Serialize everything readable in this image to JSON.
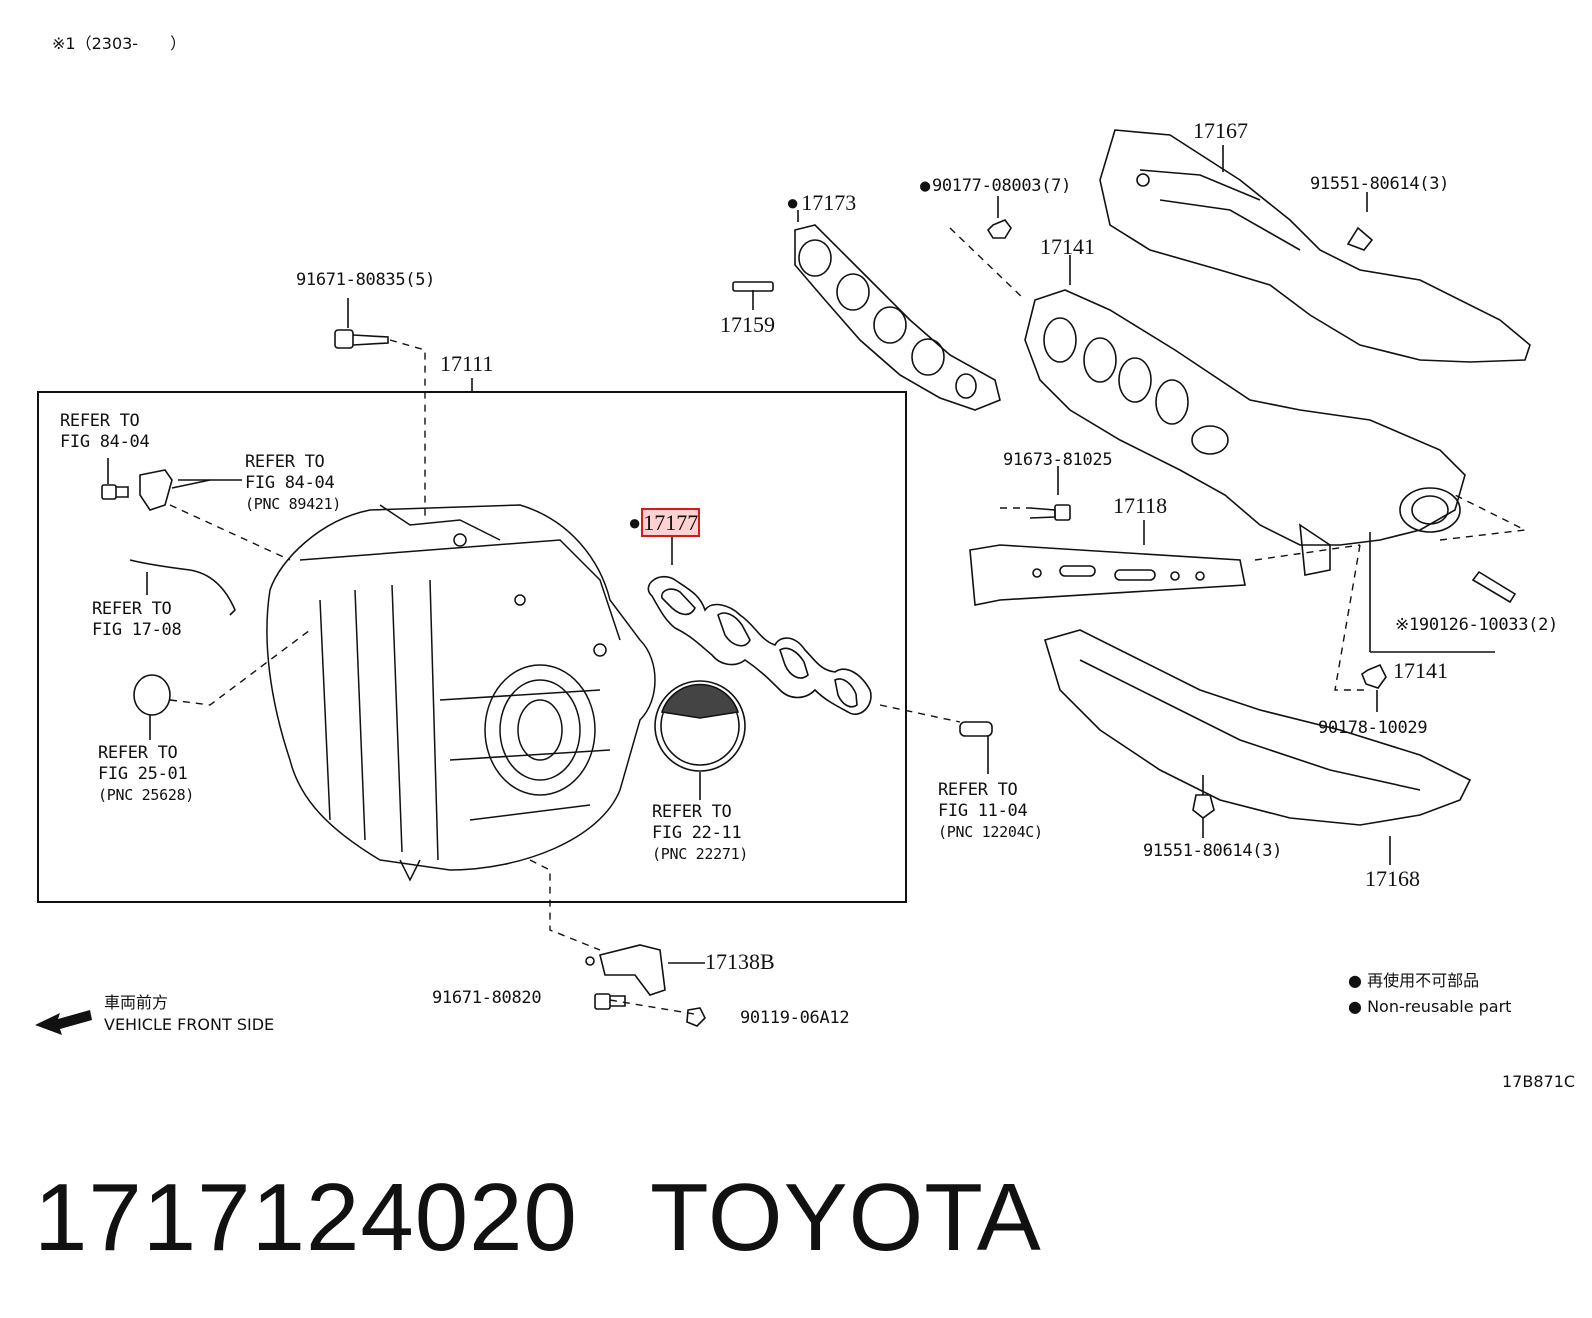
{
  "header_note": "※1（2303-　　）",
  "parts": {
    "p17111": "17111",
    "p17167": "17167",
    "p17173": "17173",
    "p90177": "90177-08003(7)",
    "p91551a": "91551-80614(3)",
    "p17141a": "17141",
    "p91671a": "91671-80835(5)",
    "p17159": "17159",
    "p91673": "91673-81025",
    "p17118": "17118",
    "p17177": "17177",
    "p90126": "※190126-10033(2)",
    "p17141b": "17141",
    "p90178": "90178-10029",
    "p91551b": "91551-80614(3)",
    "p17168": "17168",
    "p17138b": "17138B",
    "p91671b": "91671-80820",
    "p90119": "90119-06A12"
  },
  "refs": {
    "r1a": "REFER  TO",
    "r1b": "FIG  84-04",
    "r2a": "REFER  TO",
    "r2b": "FIG  84-04",
    "r2c": "(PNC  89421)",
    "r3a": "REFER  TO",
    "r3b": "FIG  17-08",
    "r4a": "REFER  TO",
    "r4b": "FIG  25-01",
    "r4c": "(PNC  25628)",
    "r5a": "REFER  TO",
    "r5b": "FIG  22-11",
    "r5c": "(PNC  22271)",
    "r6a": "REFER  TO",
    "r6b": "FIG  11-04",
    "r6c": "(PNC  12204C)"
  },
  "legend": {
    "jp": "再使用不可部品",
    "en": "Non-reusable part"
  },
  "direction": {
    "jp": "車両前方",
    "en": "VEHICLE FRONT SIDE"
  },
  "figure_code": "17B871C",
  "footer": {
    "part_number": "1717124020",
    "brand": "TOYOTA"
  }
}
